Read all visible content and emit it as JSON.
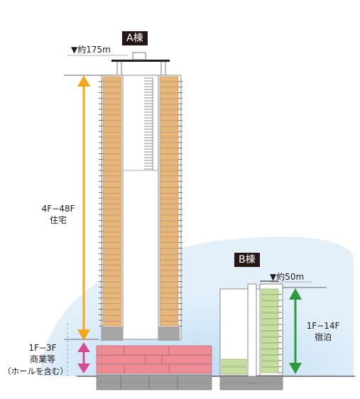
{
  "tower_a": {
    "name": "A棟",
    "height": "▼約175m",
    "upper_floors": "4F−48F",
    "upper_use": "住宅",
    "lower_floors": "1F−3F",
    "lower_use": "商業等",
    "lower_note": "（ホールを含む）",
    "floors_residential": 45,
    "floors_commercial": 3
  },
  "tower_b": {
    "name": "B棟",
    "height": "▼約50m",
    "floors": "1F−14F",
    "use": "宿泊",
    "floor_count": 14
  },
  "colors": {
    "residential": "#e8b678",
    "commercial": "#ef8c93",
    "hotel": "#c6de9e",
    "basement": "#9d9d9d",
    "arrow_residential": "#f3a71a",
    "arrow_commercial": "#d54c97",
    "arrow_hotel": "#2f9a3c",
    "sky_dome": "#d6e9f7"
  }
}
